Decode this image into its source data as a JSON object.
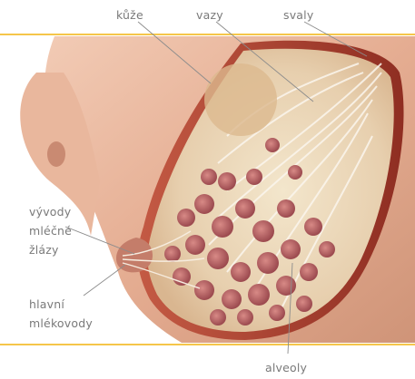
{
  "labels": {
    "skin": "kůže",
    "ligaments": "vazy",
    "muscles": "svaly",
    "ducts_line1": "vývody",
    "ducts_line2": "mléčné",
    "ducts_line3": "žlázy",
    "main_ducts_line1": "hlavní",
    "main_ducts_line2": "mlékovody",
    "alveoli": "alveoly"
  },
  "colors": {
    "accent_line": "#f5c64a",
    "label_text": "#7a7a7a",
    "leader_line": "#8c8c8c",
    "skin": "#e9b8a0",
    "tissue_red": "#a4403a",
    "fat": "#e8d4b4"
  }
}
